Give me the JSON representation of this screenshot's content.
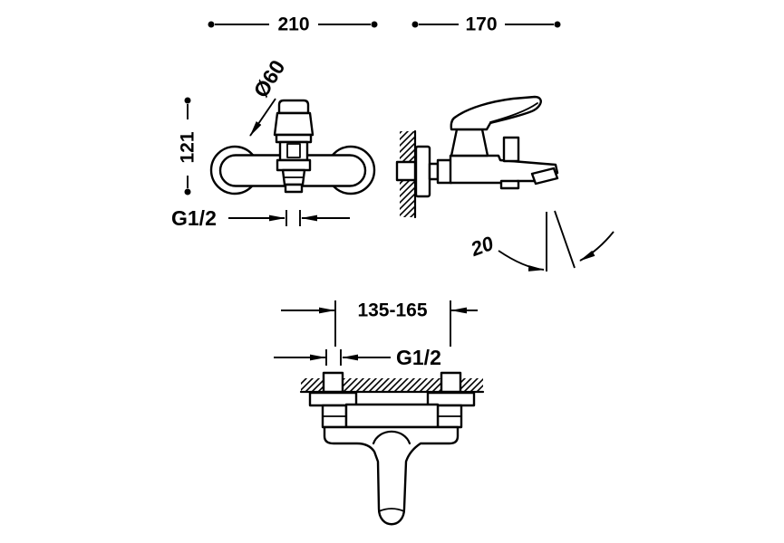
{
  "canvas": {
    "background": "#ffffff",
    "line_color": "#000000"
  },
  "front_view": {
    "width_mm": "210",
    "height_mm": "121",
    "flange_diameter": "Ø60",
    "outlet_thread": "G1/2"
  },
  "side_view": {
    "depth_mm": "170",
    "spout_angle_deg": "20"
  },
  "bottom_view": {
    "connection_span_mm": "135-165",
    "connection_thread": "G1/2"
  }
}
